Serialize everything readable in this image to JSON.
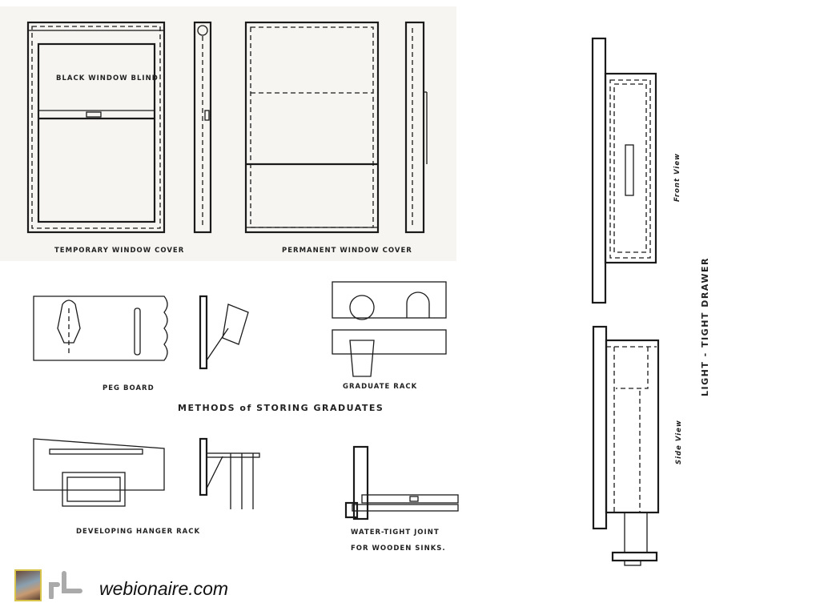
{
  "labels": {
    "black_window_blind": "BLACK WINDOW BLIND",
    "temporary_window_cover": "TEMPORARY   WINDOW   COVER",
    "permanent_window_cover": "PERMANENT   WINDOW   COVER",
    "peg_board": "PEG   BOARD",
    "graduate_rack": "GRADUATE   RACK",
    "methods_title": "METHODS  of  STORING  GRADUATES",
    "developing_hanger_rack": "DEVELOPING   HANGER   RACK",
    "water_tight_joint_1": "WATER-TIGHT   JOINT",
    "water_tight_joint_2": "FOR WOODEN SINKS.",
    "front_view": "Front  View",
    "side_view": "Side  View",
    "light_tight_drawer": "LIGHT - TIGHT   DRAWER"
  },
  "footer": {
    "site": "webionaire.com"
  }
}
